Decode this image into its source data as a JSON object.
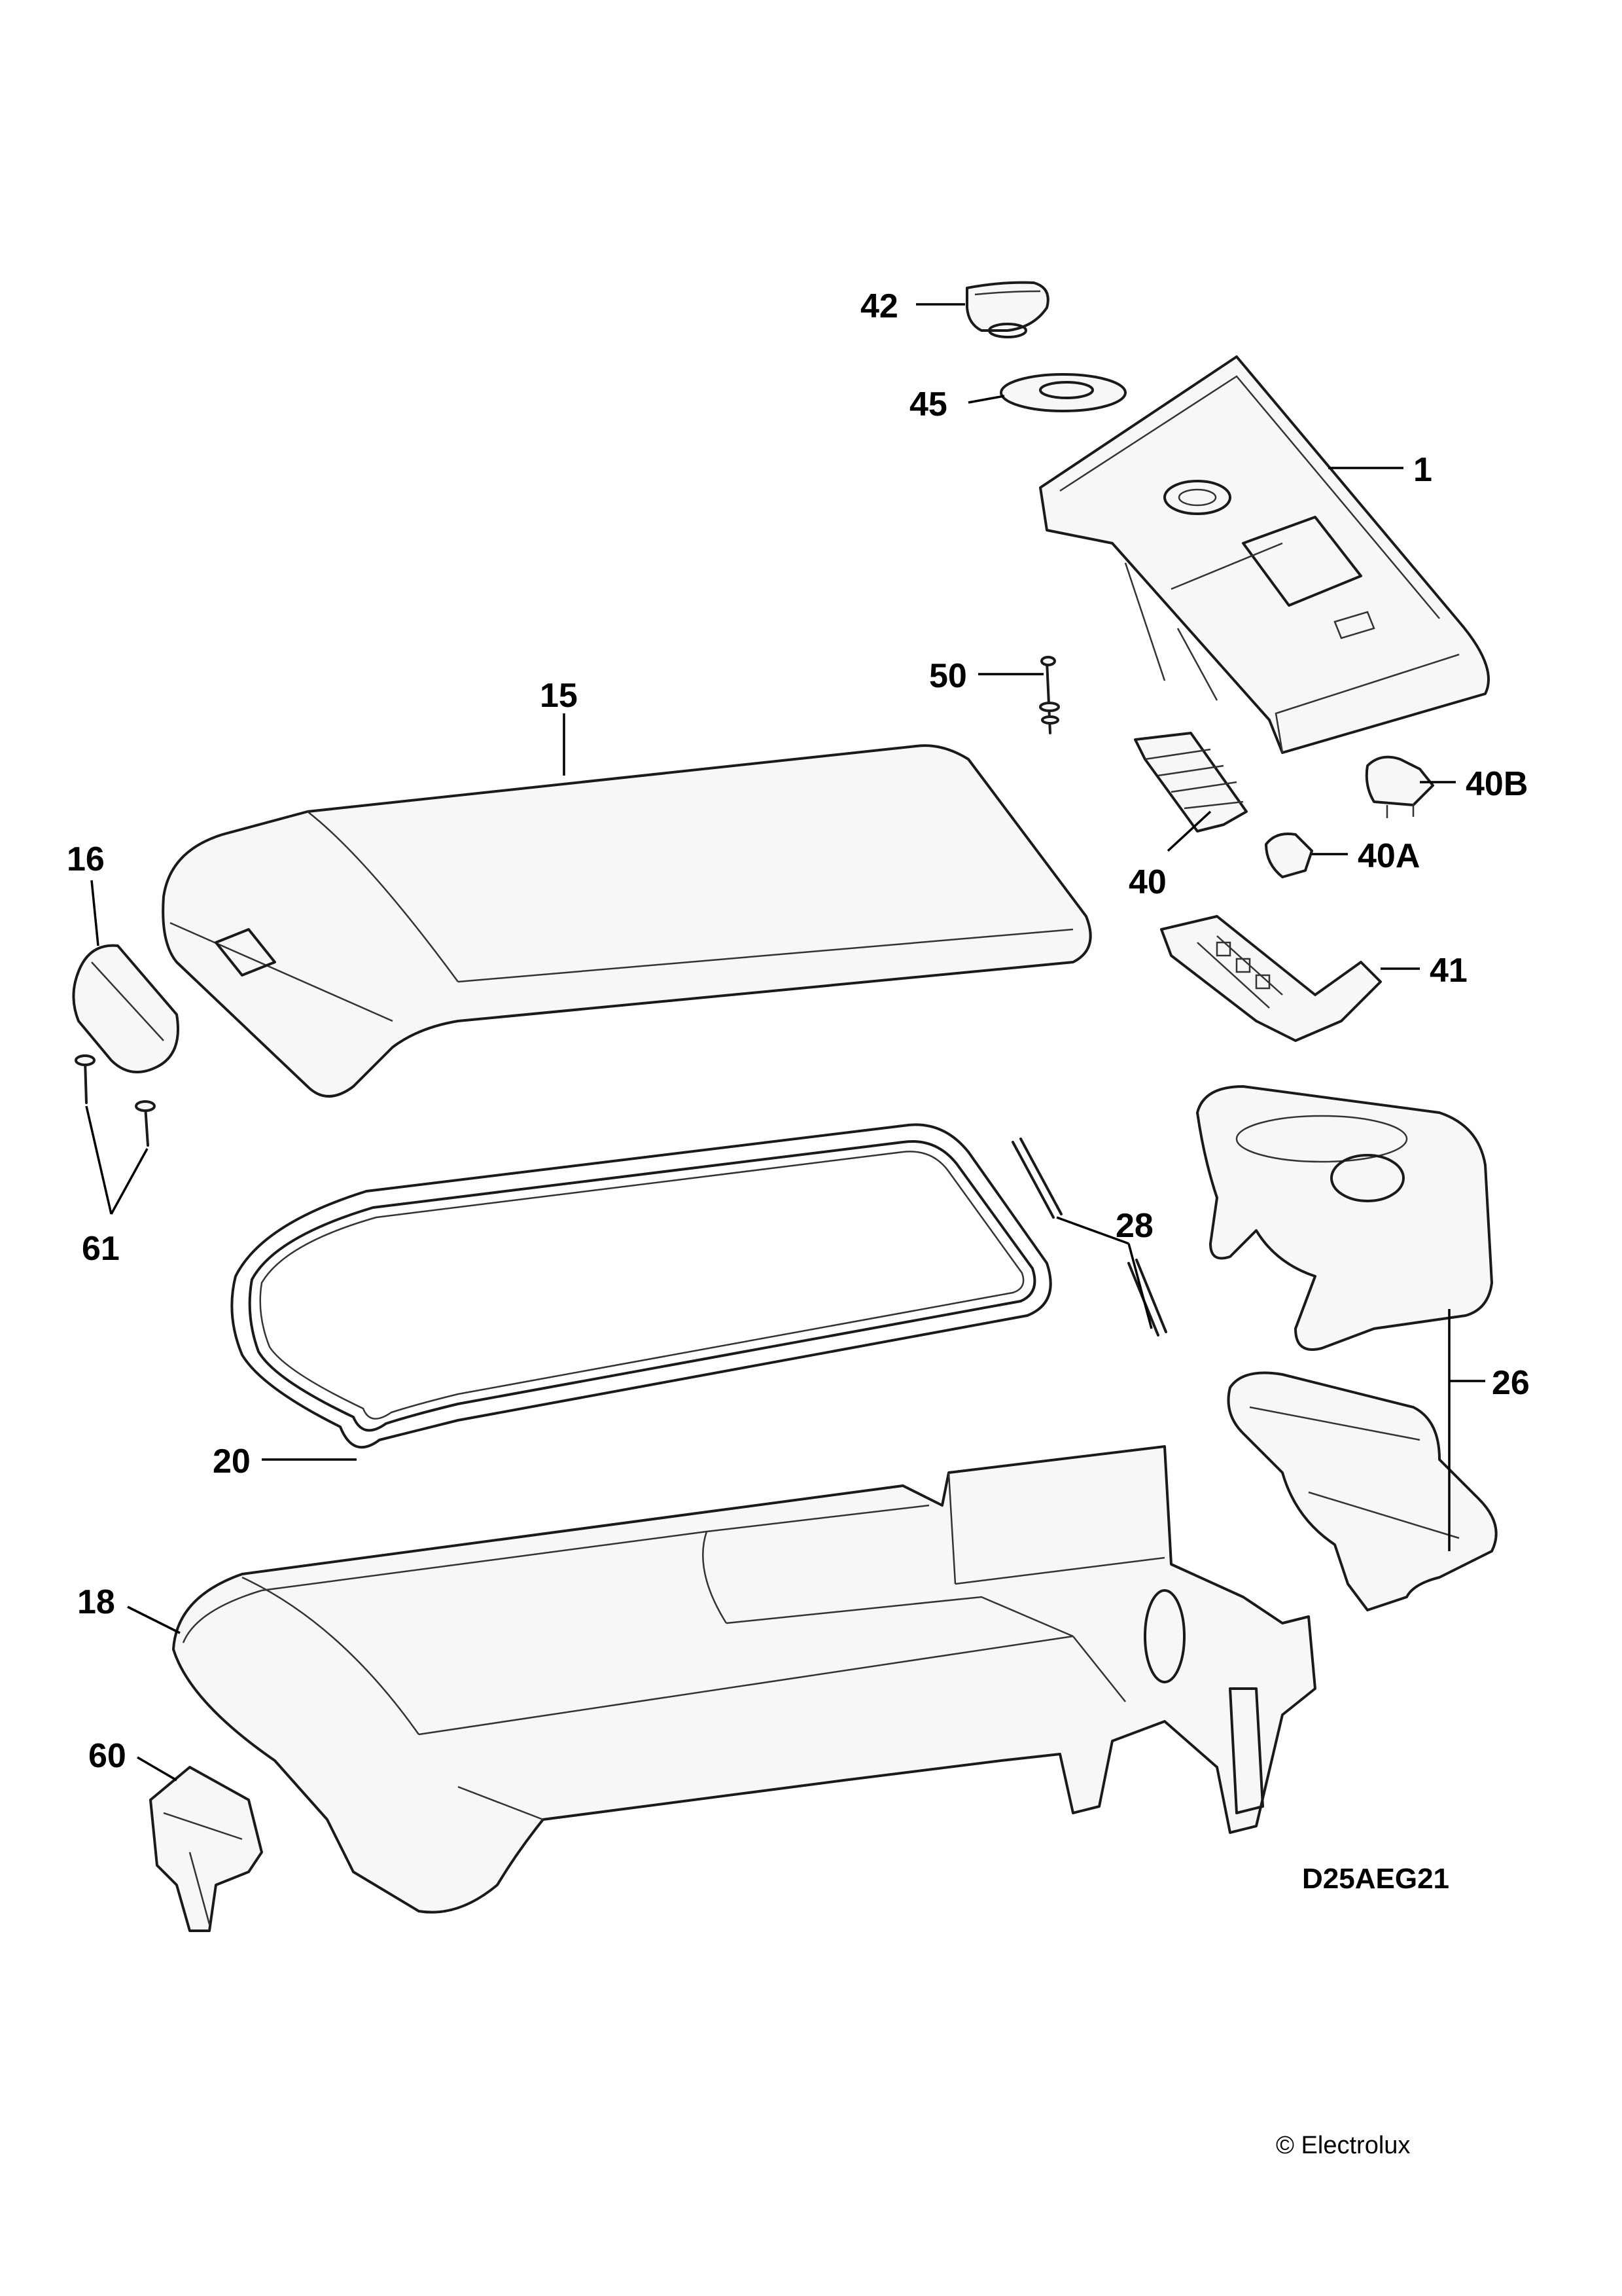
{
  "callouts": {
    "p42": "42",
    "p45": "45",
    "p1": "1",
    "p50": "50",
    "p15": "15",
    "p40b": "40B",
    "p16": "16",
    "p40": "40",
    "p40a": "40A",
    "p41": "41",
    "p61": "61",
    "p28": "28",
    "p26": "26",
    "p20": "20",
    "p18": "18",
    "p60": "60"
  },
  "drawing_code": "D25AEG21",
  "copyright": "© Electrolux"
}
